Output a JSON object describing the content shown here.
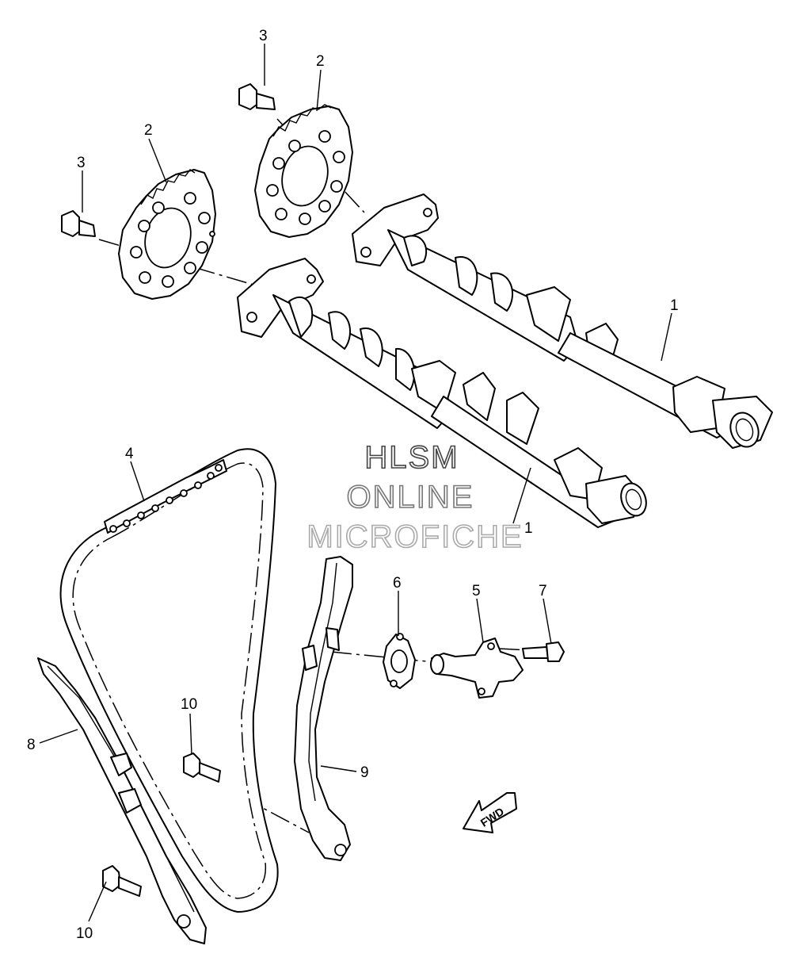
{
  "watermark": {
    "line1": "HLSM",
    "line2": "ONLINE",
    "line3": "MICROFICHE"
  },
  "direction_arrow": {
    "label": "FWD"
  },
  "callouts": {
    "camshaft_upper": "1",
    "camshaft_lower": "1",
    "sprocket_upper": "2",
    "sprocket_lower": "2",
    "bolt_upper": "3",
    "bolt_lower": "3",
    "chain": "4",
    "tensioner": "5",
    "gasket": "6",
    "tensioner_bolt": "7",
    "guide_intake": "8",
    "guide_exhaust": "9",
    "guide_bolt_upper": "10",
    "guide_bolt_lower": "10"
  }
}
